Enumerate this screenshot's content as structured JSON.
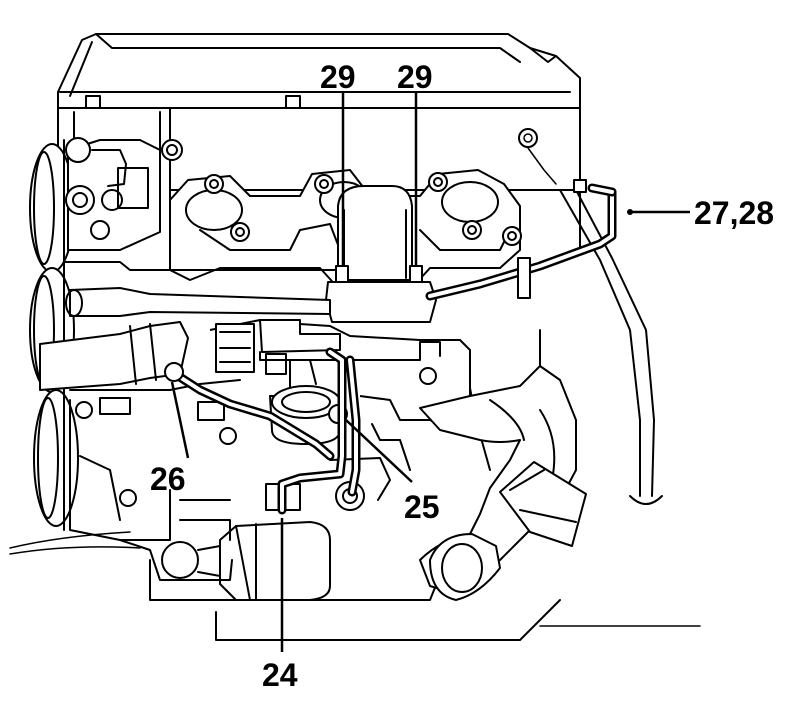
{
  "callouts": [
    {
      "id": "c29a",
      "text": "29"
    },
    {
      "id": "c29b",
      "text": "29"
    },
    {
      "id": "c2728",
      "text": "27,28"
    },
    {
      "id": "c26",
      "text": "26"
    },
    {
      "id": "c25",
      "text": "25"
    },
    {
      "id": "c24",
      "text": "24"
    }
  ],
  "colors": {
    "line": "#000000",
    "background": "#ffffff"
  }
}
